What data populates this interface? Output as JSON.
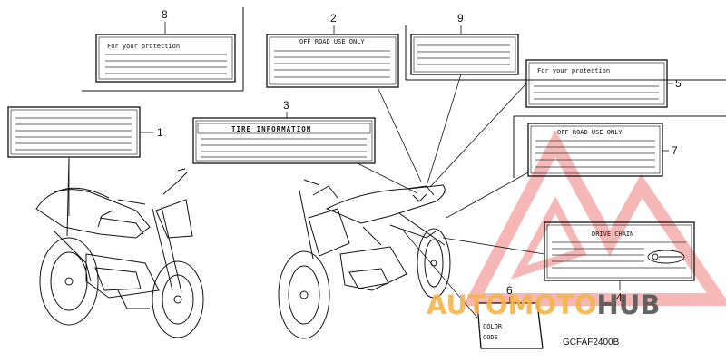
{
  "diagram": {
    "callouts": [
      "1",
      "2",
      "3",
      "4",
      "5",
      "6",
      "7",
      "8",
      "9"
    ],
    "label_texts": {
      "protection": "For your protection",
      "off_road": "OFF ROAD USE ONLY",
      "tire_info": "TIRE INFORMATION",
      "drive_chain": "DRIVE CHAIN",
      "color": "COLOR",
      "code": "CODE"
    },
    "part_code": "GCFAF2400B"
  },
  "watermark": {
    "auto": "AUTO",
    "moto": "MOTO",
    "hub": "HUB",
    "accent_color": "#f08a8a",
    "orange_color": "#f5b54a",
    "gray_color": "#555555"
  }
}
